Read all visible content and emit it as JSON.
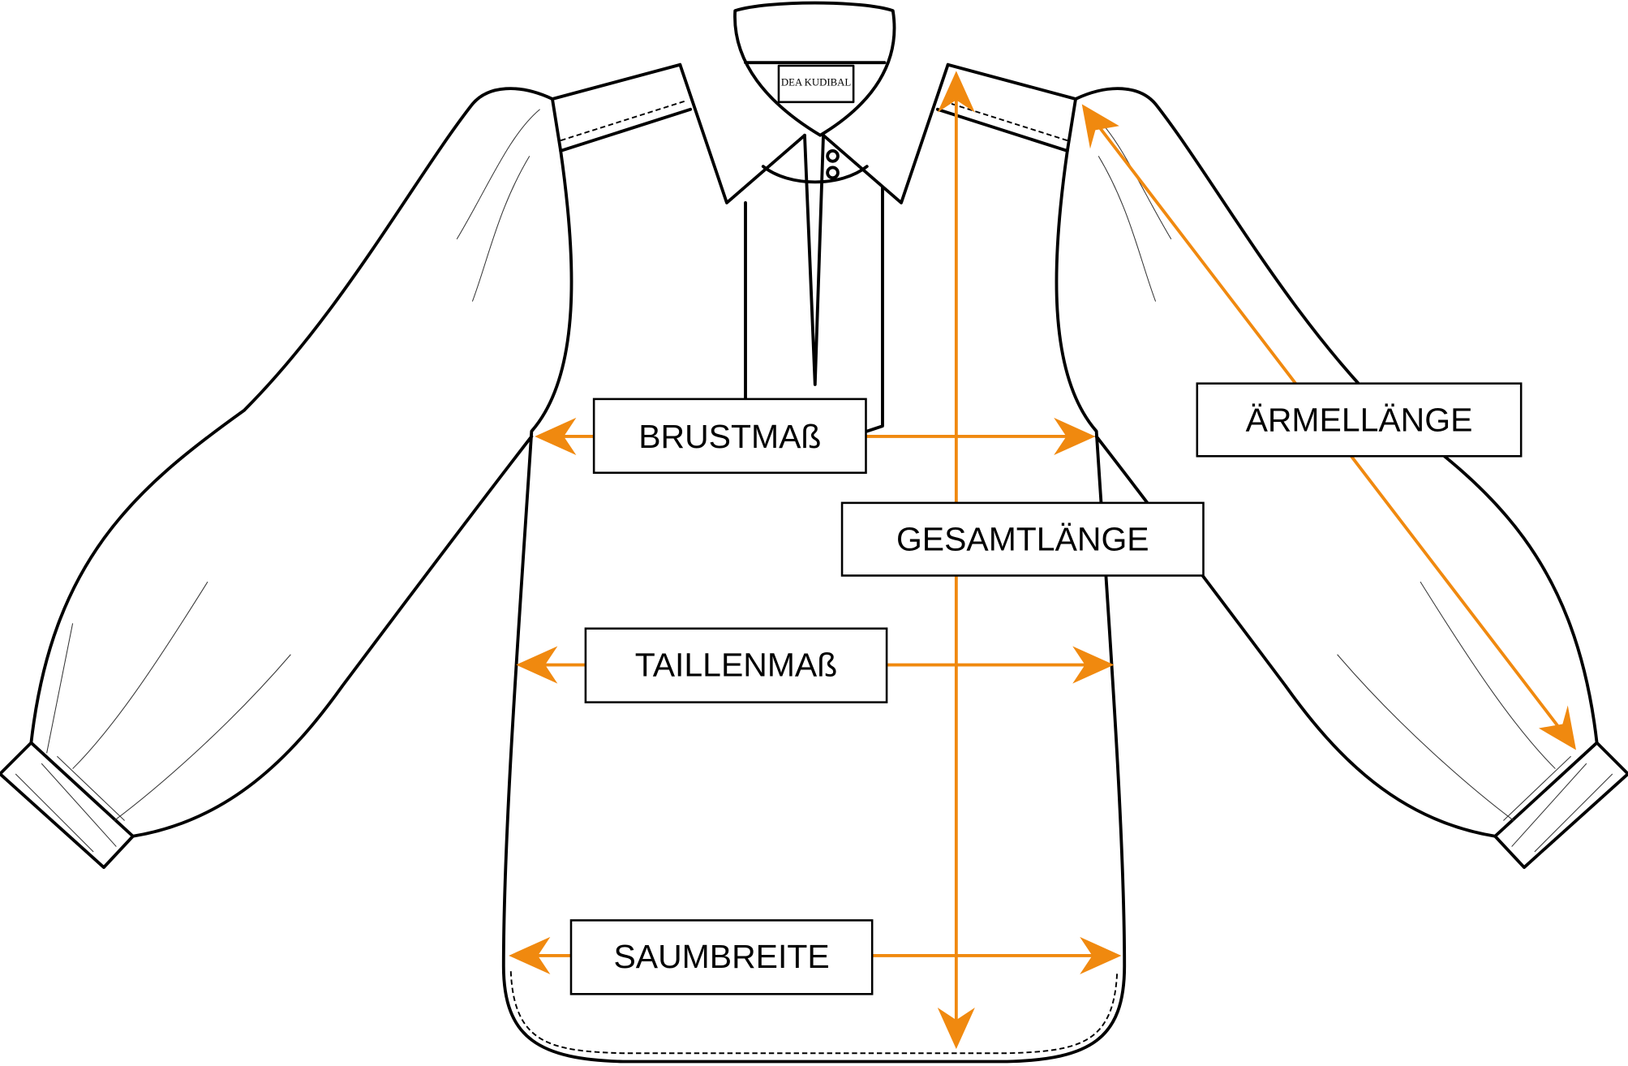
{
  "brand_tag": "DEA KUDIBAL",
  "measurements": {
    "chest": "BRUSTMAß",
    "total_length": "GESAMTLÄNGE",
    "waist": "TAILLENMAß",
    "hem_width": "SAUMBREITE",
    "sleeve_length": "ÄRMELLÄNGE"
  },
  "colors": {
    "accent": "#F0890F",
    "line": "#000000"
  }
}
